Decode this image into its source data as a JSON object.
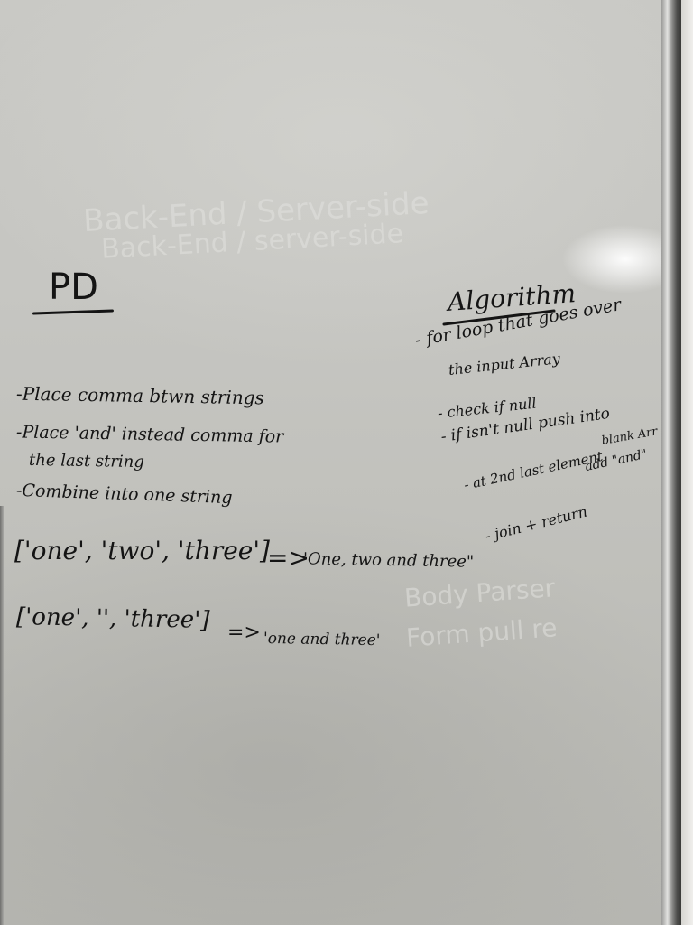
{
  "ghost_text": {
    "line1": "Back-End / Server-side",
    "line2": "Back-End / server-side",
    "line3": "Body Parser",
    "line4": "Form pull re"
  },
  "left": {
    "title": "PD",
    "bullets": [
      "-Place comma btwn strings",
      "-Place 'and' instead comma for",
      "the last string",
      "-Combine into one string"
    ],
    "example1_input": "['one', 'two', 'three']",
    "example1_arrow": "=>",
    "example1_output": "'One, two and three\"",
    "example2_input": "['one', '', 'three']",
    "example2_arrow": "=>",
    "example2_output": "'one and three'"
  },
  "right": {
    "title": "Algorithm",
    "steps": [
      "- for loop that goes over",
      "the input Array",
      "- check if null",
      "- if isn't null push into",
      "blank Arr",
      "- at 2nd last element",
      "add \"and\"",
      "- join + return"
    ]
  }
}
